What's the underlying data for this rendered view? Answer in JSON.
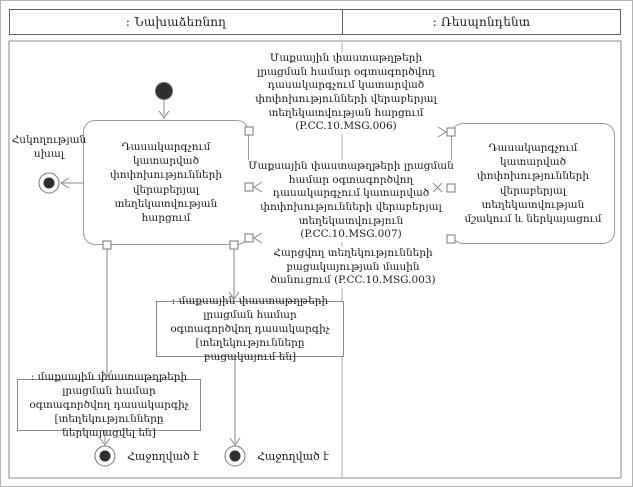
{
  "header": {
    "initiator_lane": ": Նախաձեռնող",
    "respondent_lane": ": Ռեսպոնդենտ"
  },
  "activities": {
    "request": "Դասակարգչում կատարված փոփոխությունների վերաբերյալ տեղեկատվության հարցում",
    "process": "Դասակարգչում կատարված փոփոխությունների վերաբերյալ տեղեկատվության մշակում և ներկայացում"
  },
  "messages": {
    "request_info": "Մաքսային փաստաթղթերի լրացման համար օգտագործվող դասակարգչում կատարված փոփոխությունների վերաբերյալ տեղեկատվության հարցում (P.CC.10.MSG.006)",
    "info_response": "Մաքսային փաստաթղթերի լրացման համար օգտագործվող դասակարգչում կատարված փոփոխությունների վերաբերյալ տեղեկատվություն (P.CC.10.MSG.007)",
    "absence_notice": "Հարցվող տեղեկությունների բացակայության մասին ծանուցում (P.CC.10.MSG.003)"
  },
  "objects": {
    "classifier_missing": ": մաքսային փաստաթղթերի լրացման համար օգտագործվող դասակարգիչ [տեղեկությունները բացակայում են]",
    "classifier_presented": ": մաքսային փաստաթղթերի լրացման համար օգտագործվող դասակարգիչ [տեղեկությունները ներկայացվել են]"
  },
  "terminals": {
    "control_error": "Հսկողության սխալ",
    "success_left": "Հաջողված է",
    "success_right": "Հաջողված է"
  },
  "colors": {
    "line": "#8a8a8a",
    "faint_line": "#d2d2d2",
    "lane_divider": "#b0b0b0",
    "box_border": "#9a9a9a",
    "node_fill": "#2e2e2e",
    "text": "#1c1c1c"
  }
}
